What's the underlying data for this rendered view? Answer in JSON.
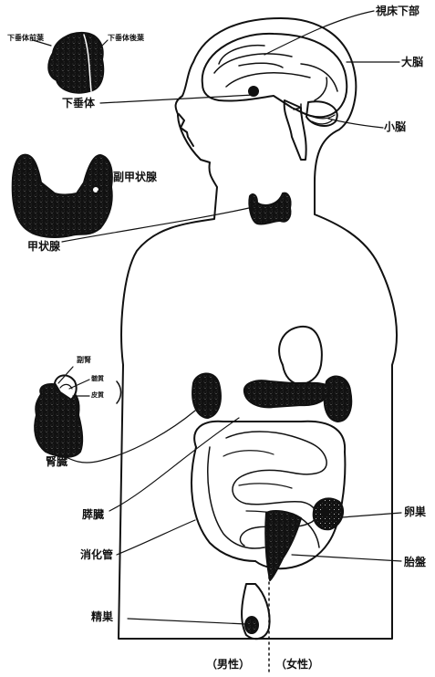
{
  "labels": {
    "hypothalamus": "視床下部",
    "cerebrum": "大脳",
    "cerebellum": "小脳",
    "pituitary": "下垂体",
    "anterior_pituitary": "下垂体前葉",
    "posterior_pituitary": "下垂体後葉",
    "parathyroid": "副甲状腺",
    "thyroid": "甲状腺",
    "adrenal": "副腎",
    "medulla": "髄質",
    "cortex": "皮質",
    "kidney": "腎臓",
    "pancreas": "膵臓",
    "digestive_tract": "消化管",
    "ovary": "卵巣",
    "placenta": "胎盤",
    "testis": "精巣",
    "male": "（男性）",
    "female": "（女性）"
  },
  "colors": {
    "ink": "#111111",
    "paper": "#ffffff"
  }
}
